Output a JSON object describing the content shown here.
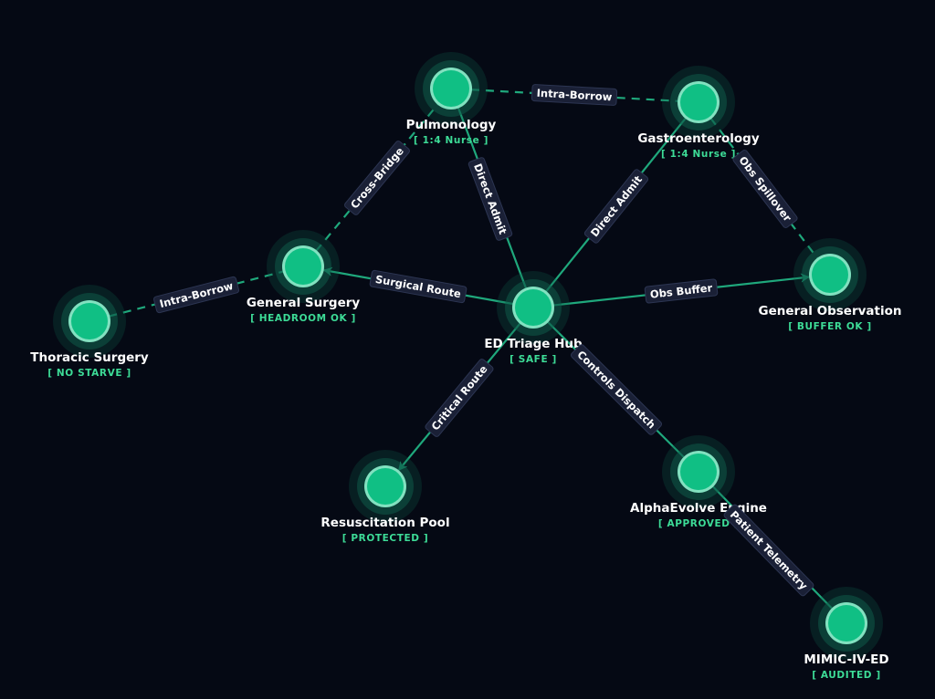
{
  "colors": {
    "background": "#050914",
    "node_fill": "#10bf84",
    "node_ring": "#8ff3cf",
    "node_glow": "#0e5a48",
    "edge": "#1fa87c",
    "status_text": "#3ddc97",
    "label_bg": "#1a2036",
    "label_border": "#2c3552"
  },
  "nodes": [
    {
      "id": "pulmonology",
      "name": "Pulmonology",
      "status": "[ 1:4 Nurse ]"
    },
    {
      "id": "gastroenterology",
      "name": "Gastroenterology",
      "status": "[ 1:4 Nurse ]"
    },
    {
      "id": "general-surgery",
      "name": "General Surgery",
      "status": "[ HEADROOM OK ]"
    },
    {
      "id": "thoracic-surgery",
      "name": "Thoracic Surgery",
      "status": "[ NO STARVE ]"
    },
    {
      "id": "ed-triage-hub",
      "name": "ED Triage Hub",
      "status": "[ SAFE ]"
    },
    {
      "id": "general-observation",
      "name": "General Observation",
      "status": "[ BUFFER OK ]"
    },
    {
      "id": "resuscitation-pool",
      "name": "Resuscitation Pool",
      "status": "[ PROTECTED ]"
    },
    {
      "id": "alphaevolve-engine",
      "name": "AlphaEvolve Engine",
      "status": "[ APPROVED ]"
    },
    {
      "id": "mimic-iv-ed",
      "name": "MIMIC-IV-ED",
      "status": "[ AUDITED ]"
    }
  ],
  "edges": [
    {
      "from": "pulmonology",
      "to": "gastroenterology",
      "label": "Intra-Borrow",
      "style": "dashed",
      "arrow": false
    },
    {
      "from": "general-surgery",
      "to": "pulmonology",
      "label": "Cross-Bridge",
      "style": "dashed",
      "arrow": false
    },
    {
      "from": "thoracic-surgery",
      "to": "general-surgery",
      "label": "Intra-Borrow",
      "style": "dashed",
      "arrow": false
    },
    {
      "from": "gastroenterology",
      "to": "general-observation",
      "label": "Obs Spillover",
      "style": "dashed",
      "arrow": false
    },
    {
      "from": "pulmonology",
      "to": "ed-triage-hub",
      "label": "Direct Admit",
      "style": "solid",
      "arrow": false
    },
    {
      "from": "ed-triage-hub",
      "to": "gastroenterology",
      "label": "Direct Admit",
      "style": "solid",
      "arrow": false
    },
    {
      "from": "ed-triage-hub",
      "to": "general-surgery",
      "label": "Surgical Route",
      "style": "solid",
      "arrow": true
    },
    {
      "from": "ed-triage-hub",
      "to": "general-observation",
      "label": "Obs Buffer",
      "style": "solid",
      "arrow": true
    },
    {
      "from": "ed-triage-hub",
      "to": "resuscitation-pool",
      "label": "Critical Route",
      "style": "solid",
      "arrow": true
    },
    {
      "from": "ed-triage-hub",
      "to": "alphaevolve-engine",
      "label": "Controls Dispatch",
      "style": "solid",
      "arrow": false
    },
    {
      "from": "alphaevolve-engine",
      "to": "mimic-iv-ed",
      "label": "Patient Telemetry",
      "style": "solid",
      "arrow": false
    }
  ]
}
